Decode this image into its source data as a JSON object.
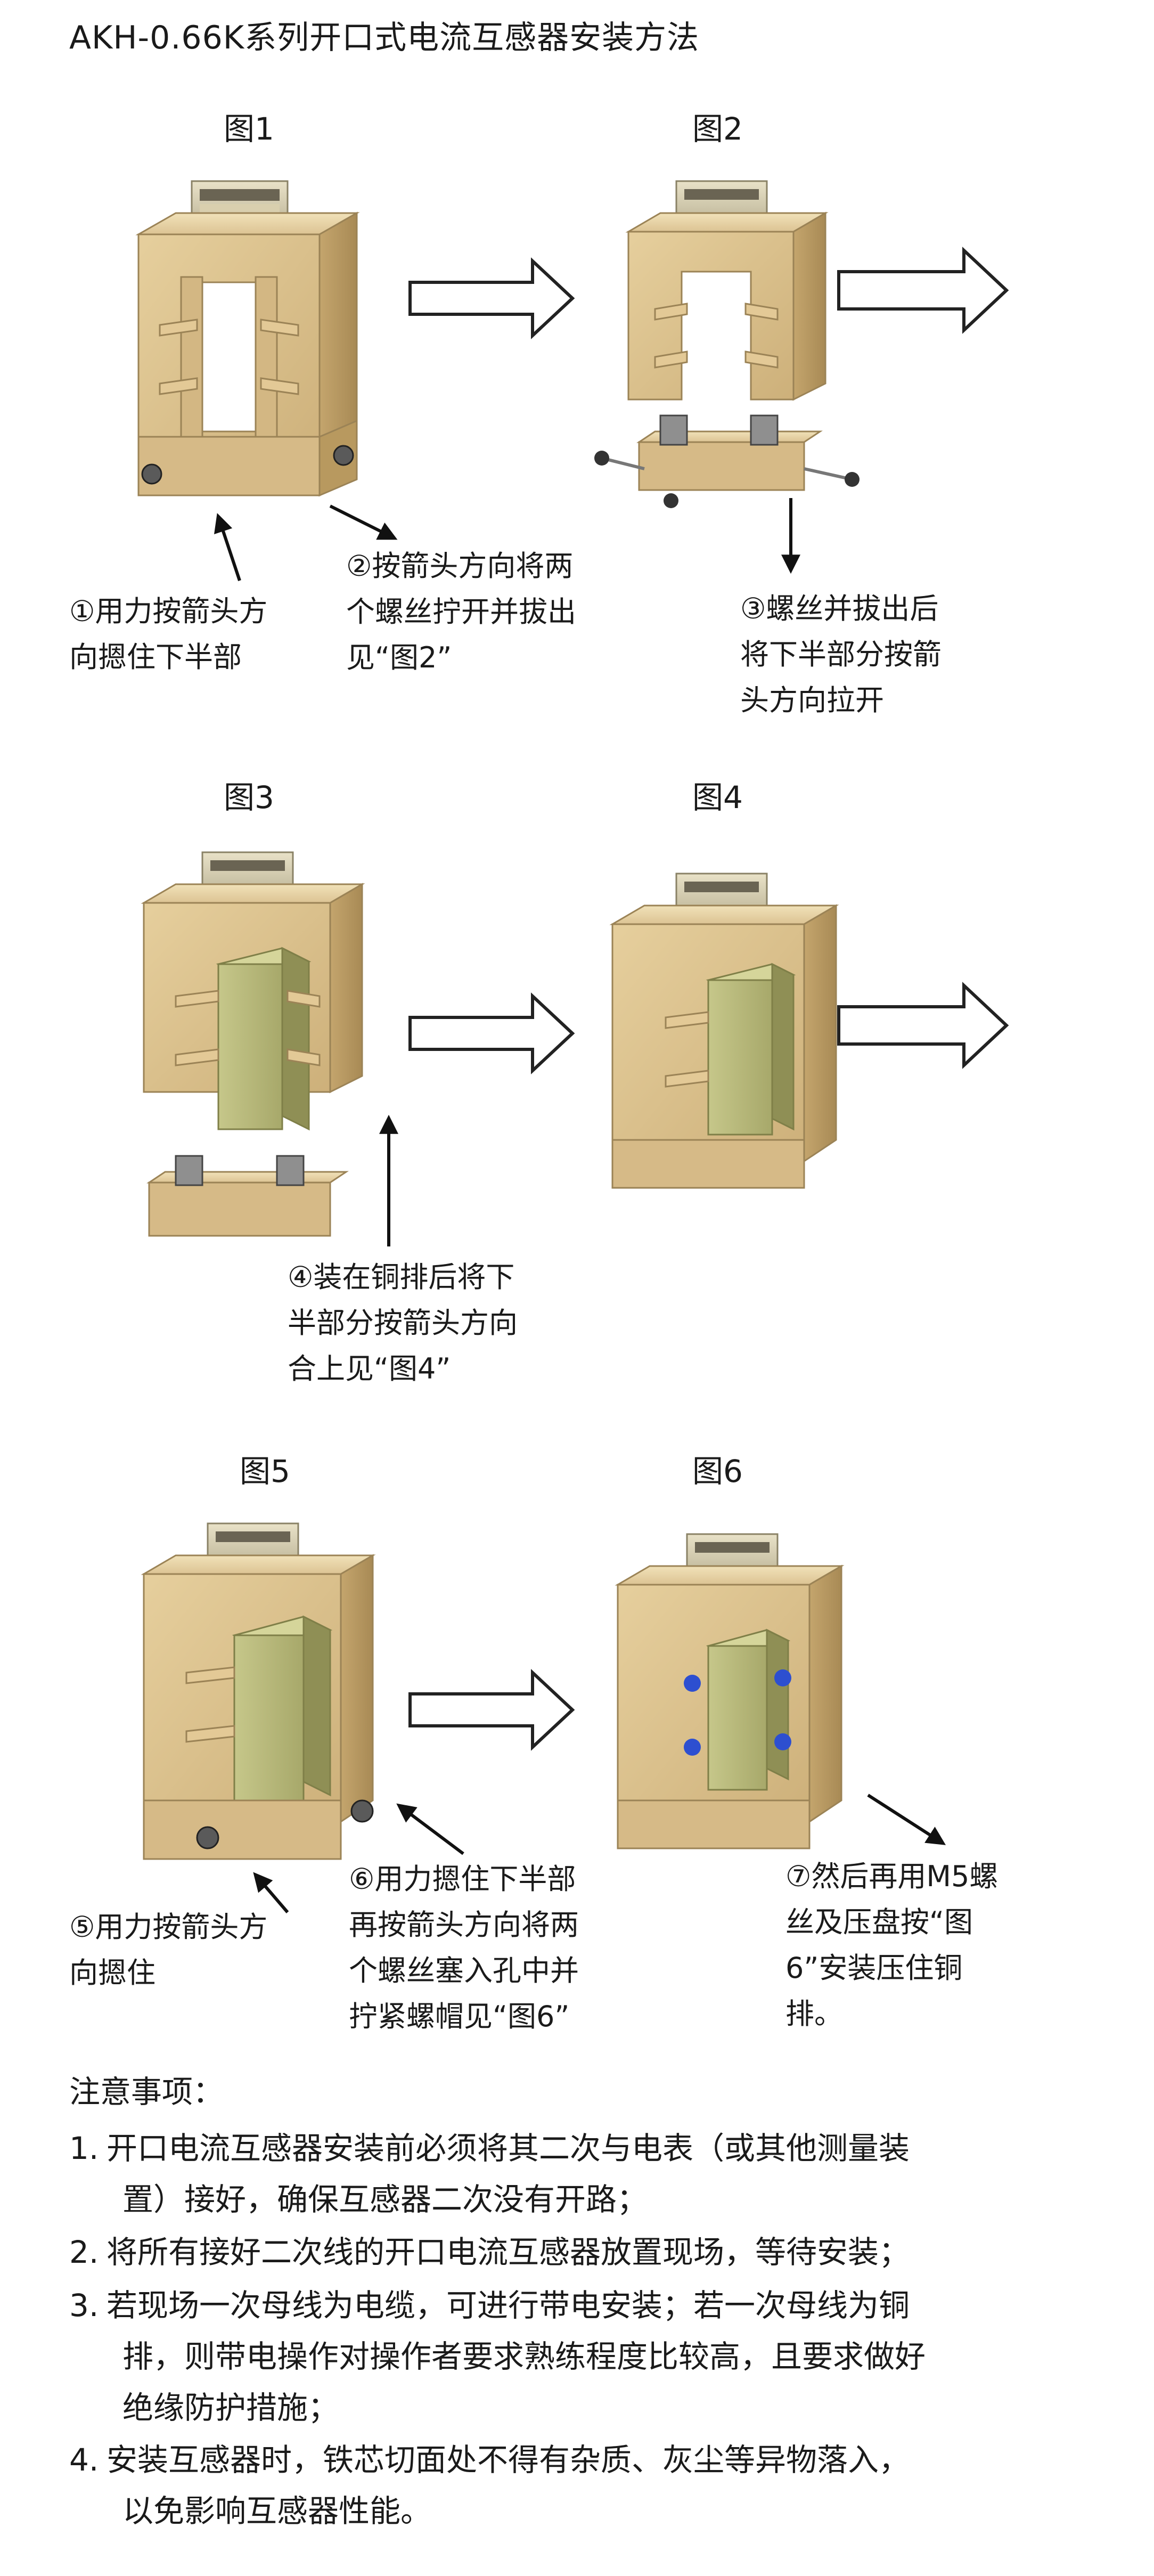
{
  "title": "AKH-0.66K系列开口式电流互感器安装方法",
  "figures": {
    "fig1": "图1",
    "fig2": "图2",
    "fig3": "图3",
    "fig4": "图4",
    "fig5": "图5",
    "fig6": "图6"
  },
  "steps": {
    "s1": [
      "①用力按箭头方",
      "向摁住下半部"
    ],
    "s2": [
      "②按箭头方向将两",
      "个螺丝拧开并拔出",
      "见“图2”"
    ],
    "s3": [
      "③螺丝并拔出后",
      "将下半部分按箭",
      "头方向拉开"
    ],
    "s4": [
      "④装在铜排后将下",
      "半部分按箭头方向",
      "合上见“图4”"
    ],
    "s5": [
      "⑤用力按箭头方",
      "向摁住"
    ],
    "s6": [
      "⑥用力摁住下半部",
      "再按箭头方向将两",
      "个螺丝塞入孔中并",
      "拧紧螺帽见“图6”"
    ],
    "s7": [
      "⑦然后再用M5螺",
      "丝及压盘按“图",
      "6”安装压住铜",
      "排。"
    ]
  },
  "notes": {
    "heading": "注意事项：",
    "items": [
      {
        "num": "1.",
        "lines": [
          "开口电流互感器安装前必须将其二次与电表（或其他测量装",
          "置）接好，确保互感器二次没有开路；"
        ]
      },
      {
        "num": "2.",
        "lines": [
          "将所有接好二次线的开口电流互感器放置现场，等待安装；"
        ]
      },
      {
        "num": "3.",
        "lines": [
          "若现场一次母线为电缆，可进行带电安装；若一次母线为铜",
          "排，则带电操作对操作者要求熟练程度比较高，且要求做好",
          "绝缘防护措施；"
        ]
      },
      {
        "num": "4.",
        "lines": [
          "安装互感器时，铁芯切面处不得有杂质、灰尘等异物落入，",
          "以免影响互感器性能。"
        ]
      }
    ]
  },
  "colors": {
    "body": "#d9bf8a",
    "body_dark": "#b89a62",
    "busbar": "#b7b878",
    "busbar_dark": "#8c8c52",
    "screw": "#2d4fd0"
  }
}
